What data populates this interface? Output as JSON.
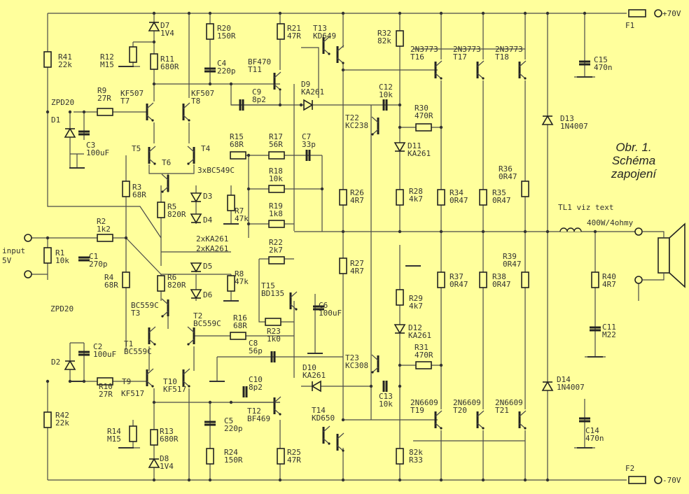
{
  "caption": {
    "line1": "Obr. 1.",
    "line2": "Schéma",
    "line3": "zapojení"
  },
  "terminals": {
    "input": [
      "input",
      "5V"
    ],
    "plus": "+70V",
    "minus": "-70V",
    "output_power": "400W/4ohmy"
  },
  "components": {
    "R41": [
      "R41",
      "22k"
    ],
    "R12": [
      "R12",
      "M15"
    ],
    "D7": [
      "D7",
      "1V4"
    ],
    "R11": [
      "R11",
      "680R"
    ],
    "R20": [
      "R20",
      "150R"
    ],
    "C4": [
      "C4",
      "220p"
    ],
    "R21": [
      "R21",
      "47R"
    ],
    "T13": [
      "T13",
      "KD649"
    ],
    "T11": [
      "BF470",
      "T11"
    ],
    "T7": [
      "KF507",
      "T7"
    ],
    "T8": [
      "KF507",
      "T8"
    ],
    "R9": [
      "R9",
      "27R"
    ],
    "D1a": [
      "ZPD20"
    ],
    "D1b": [
      "D1"
    ],
    "C3": [
      "C3",
      "100uF"
    ],
    "C9": [
      "C9",
      "8p2"
    ],
    "D9": [
      "D9",
      "KA261"
    ],
    "R15": [
      "R15",
      "68R"
    ],
    "R17": [
      "R17",
      "56R"
    ],
    "C7": [
      "C7",
      "33p"
    ],
    "T5": [
      "T5"
    ],
    "T4": [
      "T4"
    ],
    "T6": [
      "T6"
    ],
    "BC549": [
      "3xBC549C"
    ],
    "R18": [
      "R18",
      "10k"
    ],
    "R3": [
      "R3",
      "68R"
    ],
    "R5": [
      "R5",
      "820R"
    ],
    "D3": [
      "D3"
    ],
    "D4": [
      "D4"
    ],
    "R7": [
      "R7",
      "47k"
    ],
    "R19": [
      "R19",
      "1k8"
    ],
    "R2": [
      "R2",
      "1k2"
    ],
    "KA1": [
      "2xKA261"
    ],
    "KA2": [
      "2xKA261"
    ],
    "R22": [
      "R22",
      "2k7"
    ],
    "R1": [
      "R1",
      "10k"
    ],
    "C1": [
      "C1",
      "270p"
    ],
    "R4": [
      "R4",
      "68R"
    ],
    "R6": [
      "R6",
      "820R"
    ],
    "D5": [
      "D5"
    ],
    "D6": [
      "D6"
    ],
    "R8": [
      "R8",
      "47k"
    ],
    "T15": [
      "T15",
      "BD135"
    ],
    "C6": [
      "C6",
      "100uF"
    ],
    "T3": [
      "BC559C",
      "T3"
    ],
    "T2": [
      "T2",
      "BC559C"
    ],
    "R16": [
      "R16",
      "68R"
    ],
    "D2a": [
      "ZPD20"
    ],
    "C2": [
      "C2",
      "100uF"
    ],
    "T1": [
      "T1",
      "BC559C"
    ],
    "R23": [
      "R23",
      "1k0"
    ],
    "C8": [
      "C8",
      "56p"
    ],
    "D2b": [
      "D2"
    ],
    "R10": [
      "R10",
      "27R"
    ],
    "T9": [
      "T9"
    ],
    "KF517a": [
      "KF517"
    ],
    "T10": [
      "T10",
      "KF517"
    ],
    "C10": [
      "C10",
      "8p2"
    ],
    "D10": [
      "D10",
      "KA261"
    ],
    "T12": [
      "T12",
      "BF469"
    ],
    "C5": [
      "C5",
      "220p"
    ],
    "R14": [
      "R14",
      "M15"
    ],
    "R13": [
      "R13",
      "680R"
    ],
    "D8": [
      "D8",
      "1V4"
    ],
    "R24": [
      "R24",
      "150R"
    ],
    "R25": [
      "R25",
      "47R"
    ],
    "T14": [
      "T14",
      "KD650"
    ],
    "R42": [
      "R42",
      "22k"
    ],
    "R32": [
      "R32",
      "82k"
    ],
    "T16": [
      "2N3773",
      "T16"
    ],
    "T17": [
      "2N3773",
      "T17"
    ],
    "T18": [
      "2N3773",
      "T18"
    ],
    "C12": [
      "C12",
      "10k"
    ],
    "T22": [
      "T22",
      "KC238"
    ],
    "R30": [
      "R30",
      "470R"
    ],
    "D11": [
      "D11",
      "KA261"
    ],
    "R26": [
      "R26",
      "4R7"
    ],
    "R28": [
      "R28",
      "4k7"
    ],
    "R34": [
      "R34",
      "0R47"
    ],
    "R35": [
      "R35",
      "0R47"
    ],
    "R36": [
      "R36",
      "0R47"
    ],
    "D13": [
      "D13",
      "1N4007"
    ],
    "C15": [
      "C15",
      "470n"
    ],
    "F1": [
      "F1"
    ],
    "TL1": [
      "TL1  viz text"
    ],
    "R27": [
      "R27",
      "4R7"
    ],
    "R29": [
      "R29",
      "4k7"
    ],
    "R37": [
      "R37",
      "0R47"
    ],
    "R38": [
      "R38",
      "0R47"
    ],
    "R39": [
      "R39",
      "0R47"
    ],
    "R40": [
      "R40",
      "4R7"
    ],
    "C11": [
      "C11",
      "M22"
    ],
    "D12": [
      "D12",
      "KA261"
    ],
    "R31": [
      "R31",
      "470R"
    ],
    "T23": [
      "T23",
      "KC308"
    ],
    "C13": [
      "C13",
      "10k"
    ],
    "D14": [
      "D14",
      "1N4007"
    ],
    "C14": [
      "C14",
      "470n"
    ],
    "T19": [
      "2N6609",
      "T19"
    ],
    "T20": [
      "2N6609",
      "T20"
    ],
    "T21": [
      "2N6609",
      "T21"
    ],
    "R33": [
      "82k",
      "R33"
    ],
    "F2": [
      "F2"
    ]
  }
}
